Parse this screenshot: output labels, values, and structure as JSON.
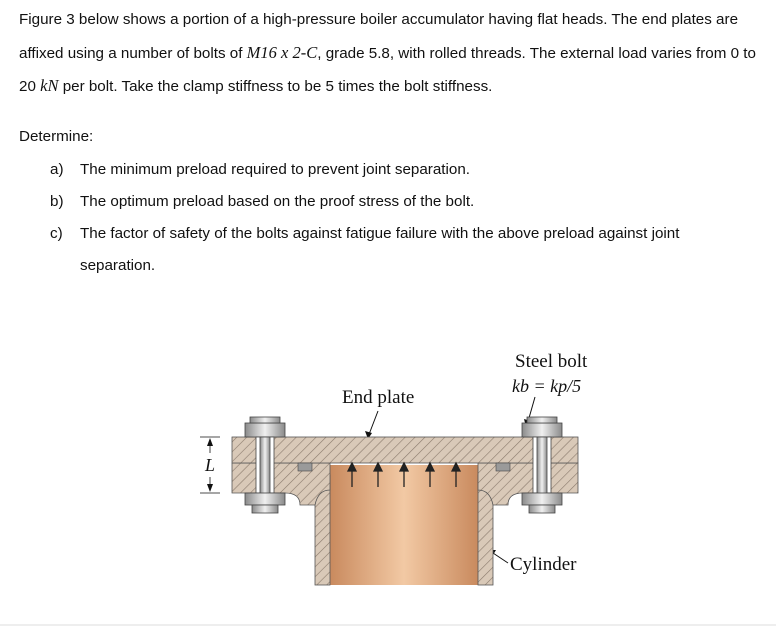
{
  "problem": {
    "p1_pre": "Figure 3 below shows a portion of a high-pressure boiler accumulator having flat heads. The end plates are affixed using a number of bolts of ",
    "p1_spec": "M16 x 2-C",
    "p1_mid": ", grade 5.8, with rolled threads. The external load varies from 0 to 20 ",
    "p1_unit": "kN",
    "p1_post": " per bolt. Take the clamp stiffness to be 5 times the bolt stiffness."
  },
  "determine_label": "Determine:",
  "questions": [
    {
      "label": "a)",
      "text": "The minimum preload required to prevent joint separation."
    },
    {
      "label": "b)",
      "text": "The optimum preload based on the proof stress of the bolt."
    },
    {
      "label": "c)",
      "text": "The factor of safety of the bolts against fatigue failure with the above preload against joint separation."
    }
  ],
  "figure": {
    "end_plate_label": "End plate",
    "steel_bolt_label": "Steel bolt",
    "stiffness_label": "kb = kp/5",
    "cylinder_label": "Cylinder",
    "length_label": "L"
  }
}
